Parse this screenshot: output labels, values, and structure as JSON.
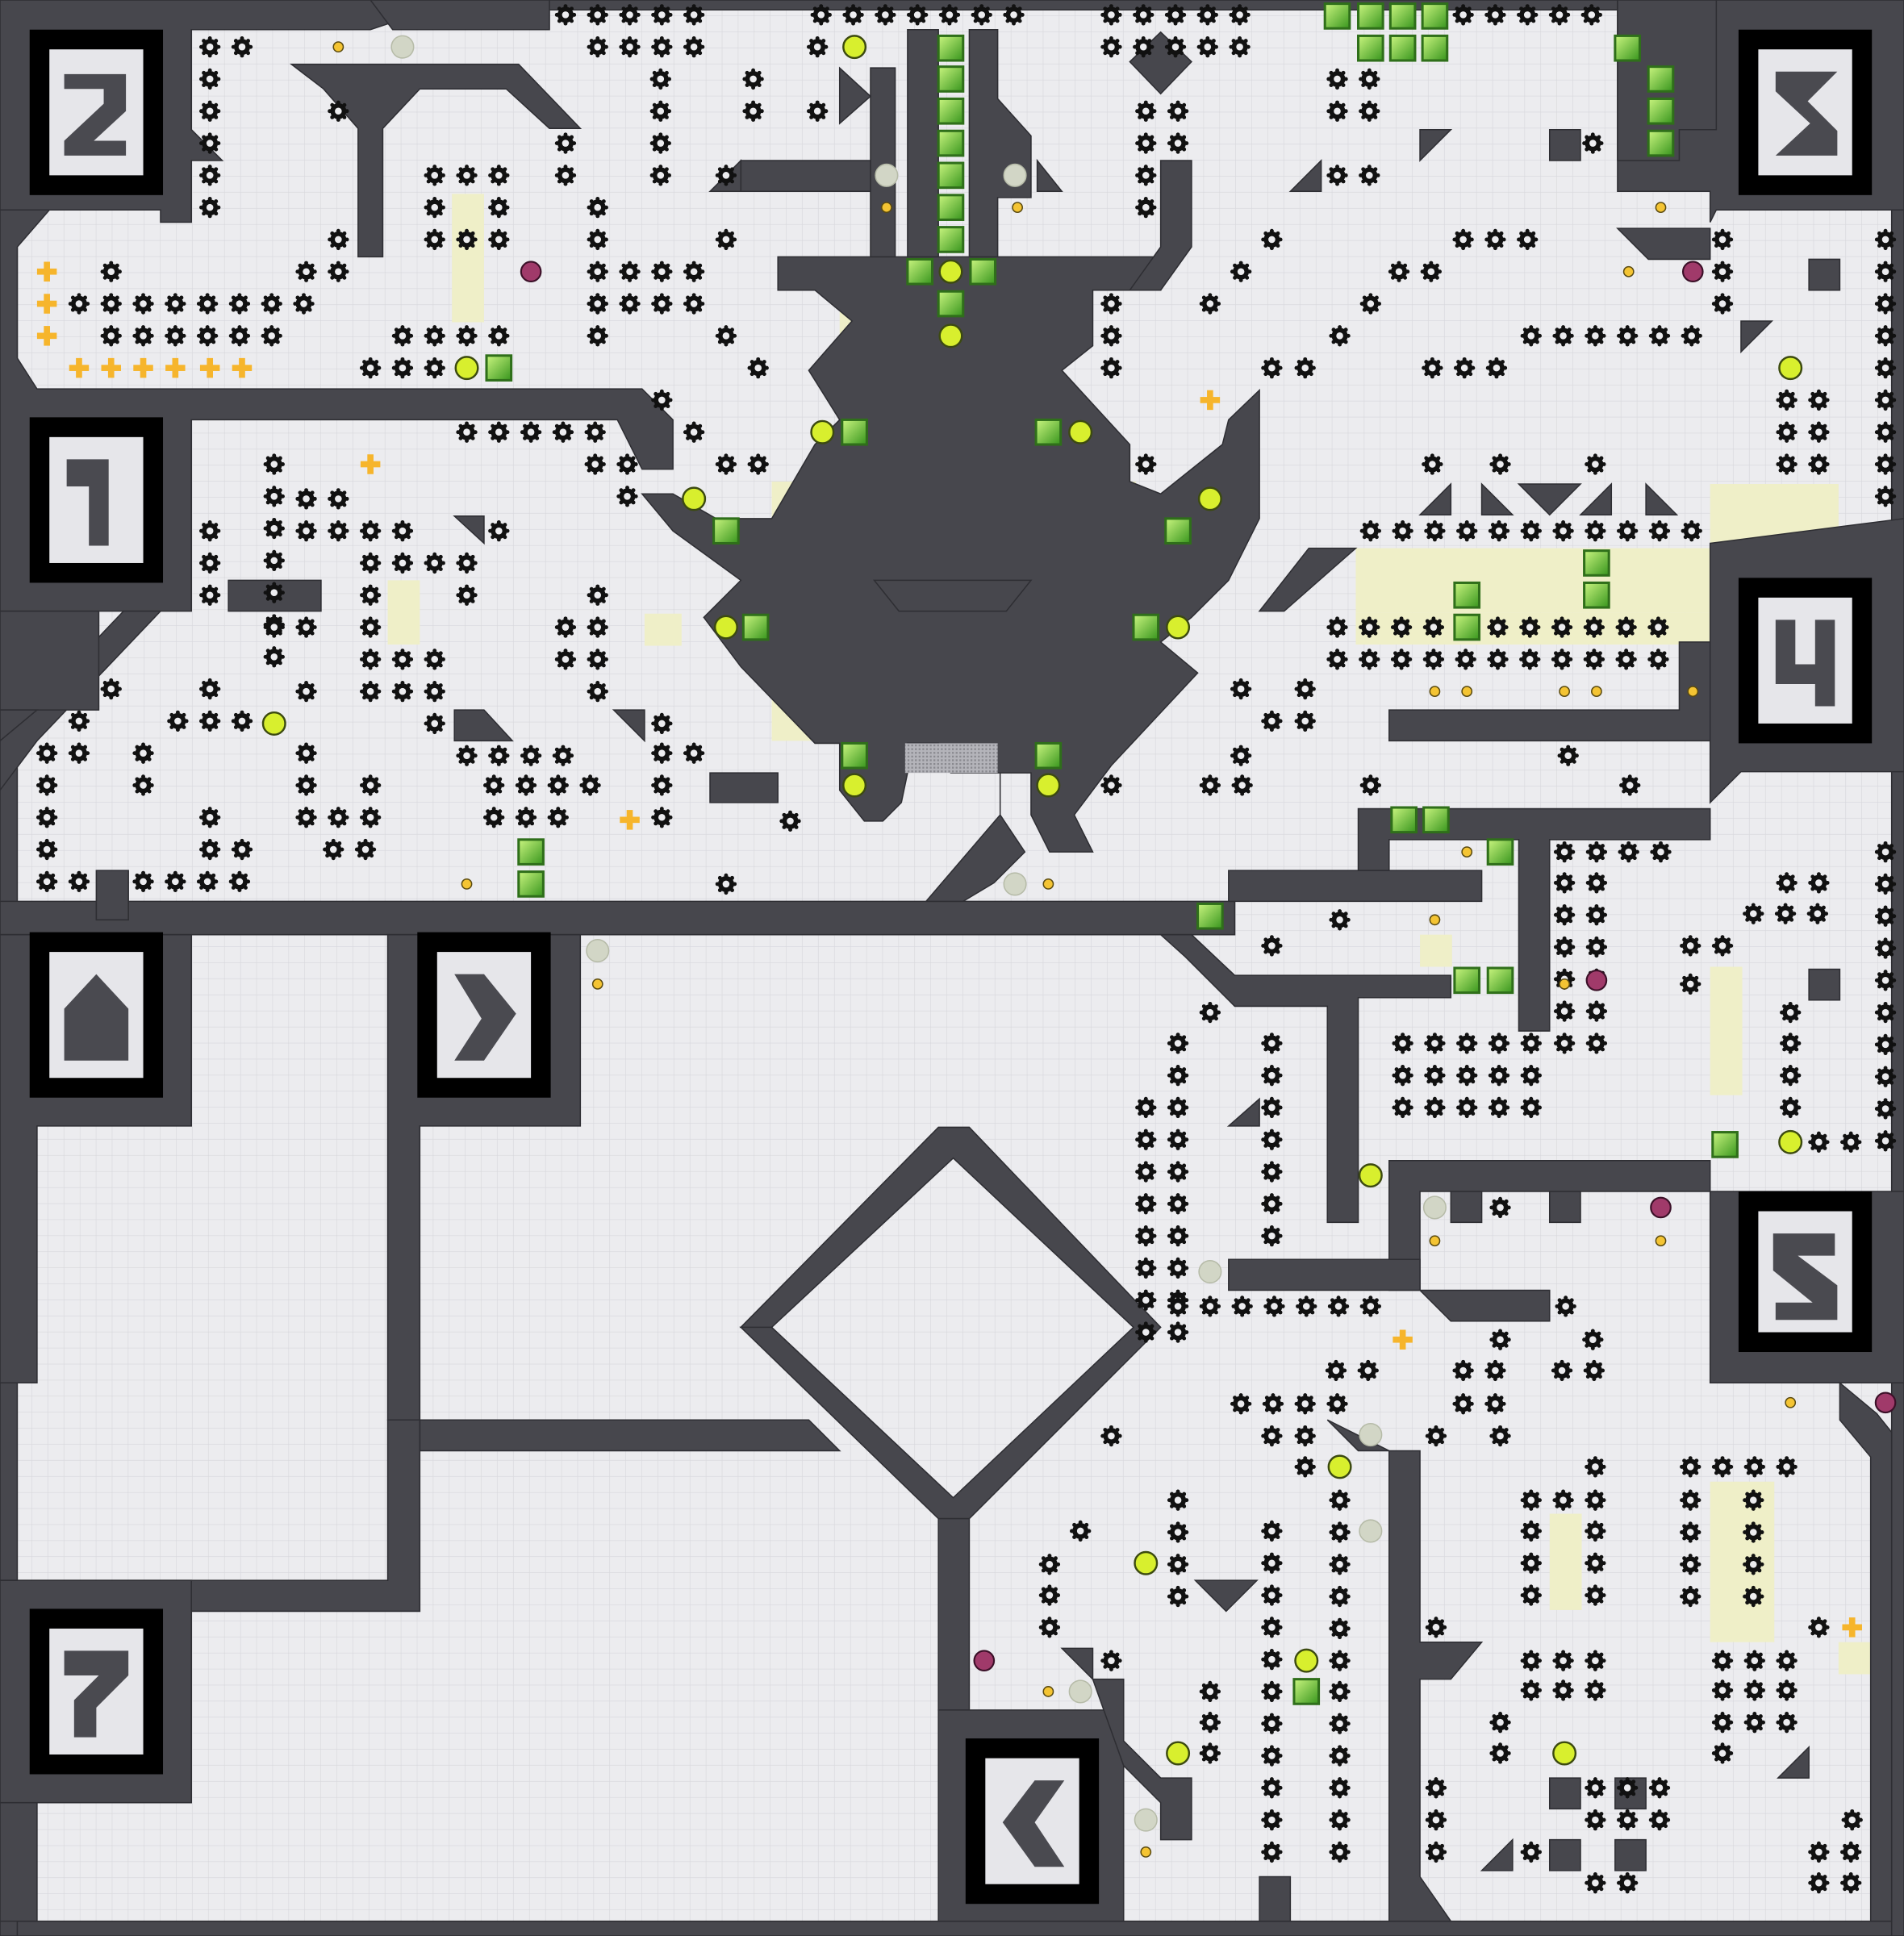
{
  "game": {
    "title": "",
    "colors": {
      "background": "#e4e4e8",
      "floor": "#ececef",
      "gridline": "#d7d7dc",
      "wall": "#47474d",
      "wall_edge": "#2e2e33",
      "portal_frame": "#000000",
      "portal_inner": "#e6e6ea",
      "portal_glyph": "#4a4a50",
      "sand": "#efefc8",
      "green_block": "#7ccf3a",
      "green_block_dark": "#2f6f1a",
      "yellow_orb": "#d8ef2e",
      "yellow_orb_ring": "#3c4a10",
      "pink_orb": "#a03a6a",
      "gold_dot": "#f4c433",
      "plus": "#f6b52c",
      "gear": "#111111",
      "ghost_orb": "#d2d6c6",
      "mesh": "#9a9aa0"
    },
    "icons": {
      "portal": "numbered-portal-icon",
      "gear": "gear-mine-icon",
      "green_block": "green-block-icon",
      "yellow_orb": "yellow-orb-icon",
      "pink_orb": "pink-orb-icon",
      "gold_dot": "gold-dot-icon",
      "plus": "plus-pickup-icon",
      "ghost_orb": "ghost-orb-icon"
    },
    "portals": [
      {
        "name": "portal-2",
        "glyph": "2"
      },
      {
        "name": "portal-3",
        "glyph": "3"
      },
      {
        "name": "portal-1",
        "glyph": "1"
      },
      {
        "name": "portal-4",
        "glyph": "4"
      },
      {
        "name": "portal-up",
        "glyph": "up-arrow"
      },
      {
        "name": "portal-right",
        "glyph": "right-arrow"
      },
      {
        "name": "portal-5",
        "glyph": "5"
      },
      {
        "name": "portal-7",
        "glyph": "7"
      },
      {
        "name": "portal-left",
        "glyph": "left-arrow"
      }
    ]
  }
}
